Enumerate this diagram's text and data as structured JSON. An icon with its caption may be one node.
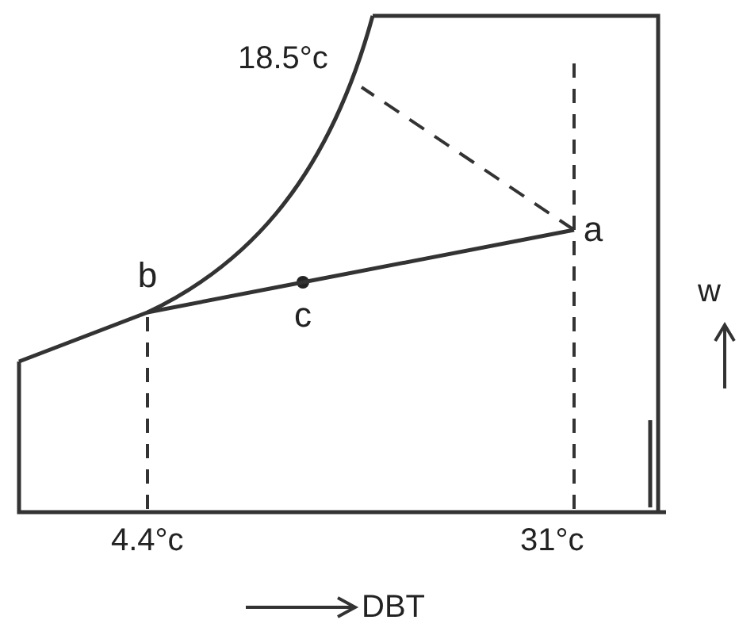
{
  "diagram": {
    "nodes": [
      {
        "text": [
          "a"
        ]
      },
      {
        "text": [
          "b"
        ]
      },
      {
        "text": [
          "c"
        ]
      }
    ],
    "edges": [
      {
        "from": 1,
        "to": 2,
        "arrow": "none"
      },
      {
        "from": 2,
        "to": 0,
        "arrow": "none"
      },
      {
        "from": 0,
        "to": null,
        "arrow": "none",
        "style": "dashed"
      }
    ],
    "labels": [
      "18.5°c",
      "w",
      "4.4°c",
      "31°c",
      "DBT"
    ]
  }
}
